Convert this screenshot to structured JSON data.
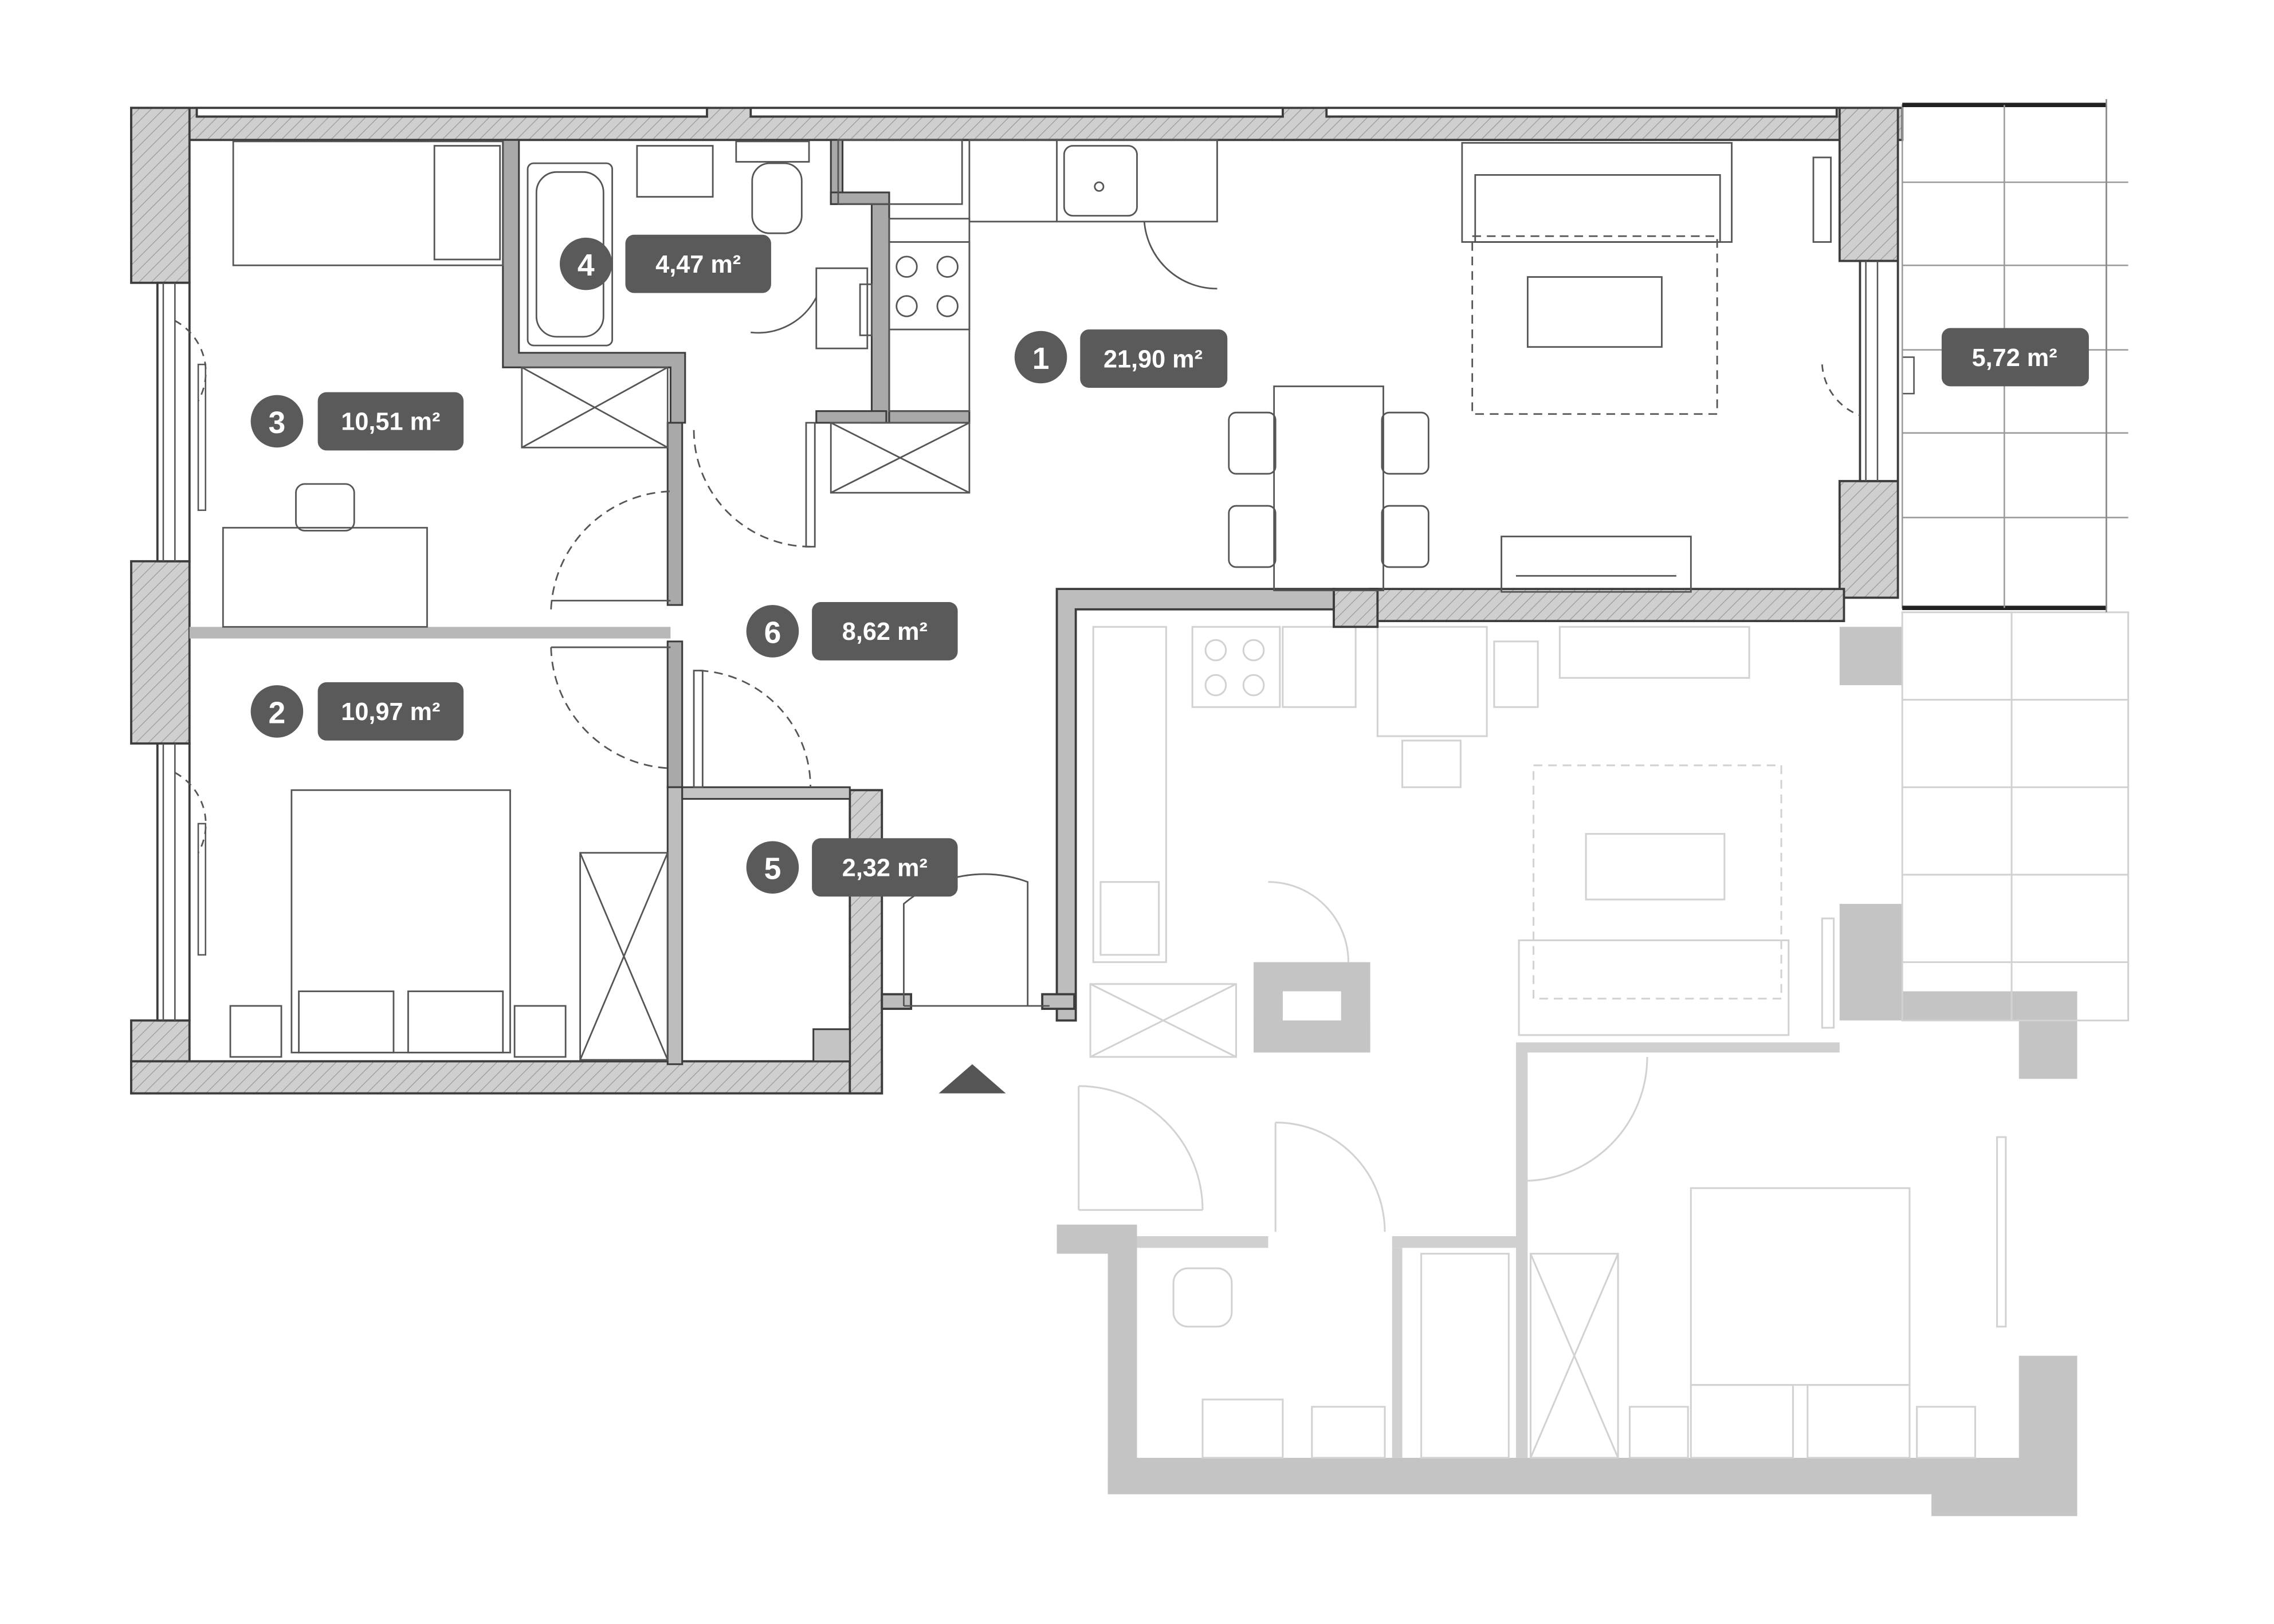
{
  "plan": {
    "rooms": [
      {
        "number": "1",
        "area": "21,90 m²"
      },
      {
        "number": "2",
        "area": "10,97 m²"
      },
      {
        "number": "3",
        "area": "10,51 m²"
      },
      {
        "number": "4",
        "area": "4,47 m²"
      },
      {
        "number": "5",
        "area": "2,32 m²"
      },
      {
        "number": "6",
        "area": "8,62 m²"
      }
    ],
    "balcony": {
      "area": "5,72 m²"
    },
    "colors": {
      "wall_fill": "#c8c8c8",
      "wall_outline": "#3c3c3c",
      "inner_wall": "#a9a9a9",
      "furniture": "#555555",
      "ghost": "#cfcfcf",
      "ghost_wall": "#bdbdbd",
      "label_bg": "#5a5a5a",
      "label_text": "#ffffff",
      "entrance_marker": "#555555"
    },
    "icons": [
      "entrance-arrow-icon"
    ]
  }
}
